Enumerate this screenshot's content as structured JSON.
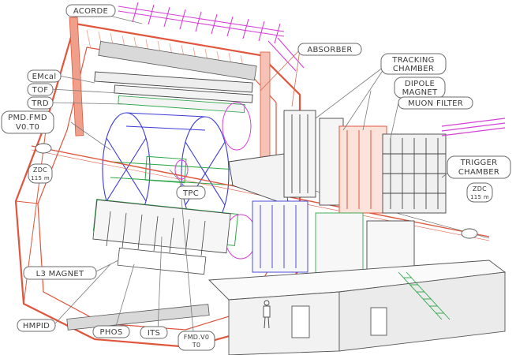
{
  "figure": {
    "labels": {
      "acorde": "ACORDE",
      "absorber": "ABSORBER",
      "tracking_chamber_l1": "TRACKING",
      "tracking_chamber_l2": "CHAMBER",
      "dipole_magnet_l1": "DIPOLE",
      "dipole_magnet_l2": "MAGNET",
      "muon_filter": "MUON FILTER",
      "emcal": "EMcal",
      "tof": "TOF",
      "trd": "TRD",
      "pmd_l1": "PMD.FMD",
      "pmd_l2": "V0.T0",
      "tpc": "TPC",
      "zdc_left_l1": "ZDC",
      "zdc_left_l2": "115 m",
      "zdc_right_l1": "ZDC",
      "zdc_right_l2": "115 m",
      "trigger_chamber_l1": "TRIGGER",
      "trigger_chamber_l2": "CHAMBER",
      "l3_magnet": "L3 MAGNET",
      "hmpid": "HMPID",
      "phos": "PHOS",
      "its": "ITS",
      "fmd_v0_l1": "FMD.V0",
      "fmd_v0_l2": "T0"
    },
    "colors": {
      "frame_red": "#e0553c",
      "frame_salmon": "#f0a08a",
      "magenta": "#d63fd6",
      "blue": "#3a3ad6",
      "green": "#2fa84a",
      "grey_line": "#555555",
      "light_grey": "#9a9a9a"
    }
  }
}
